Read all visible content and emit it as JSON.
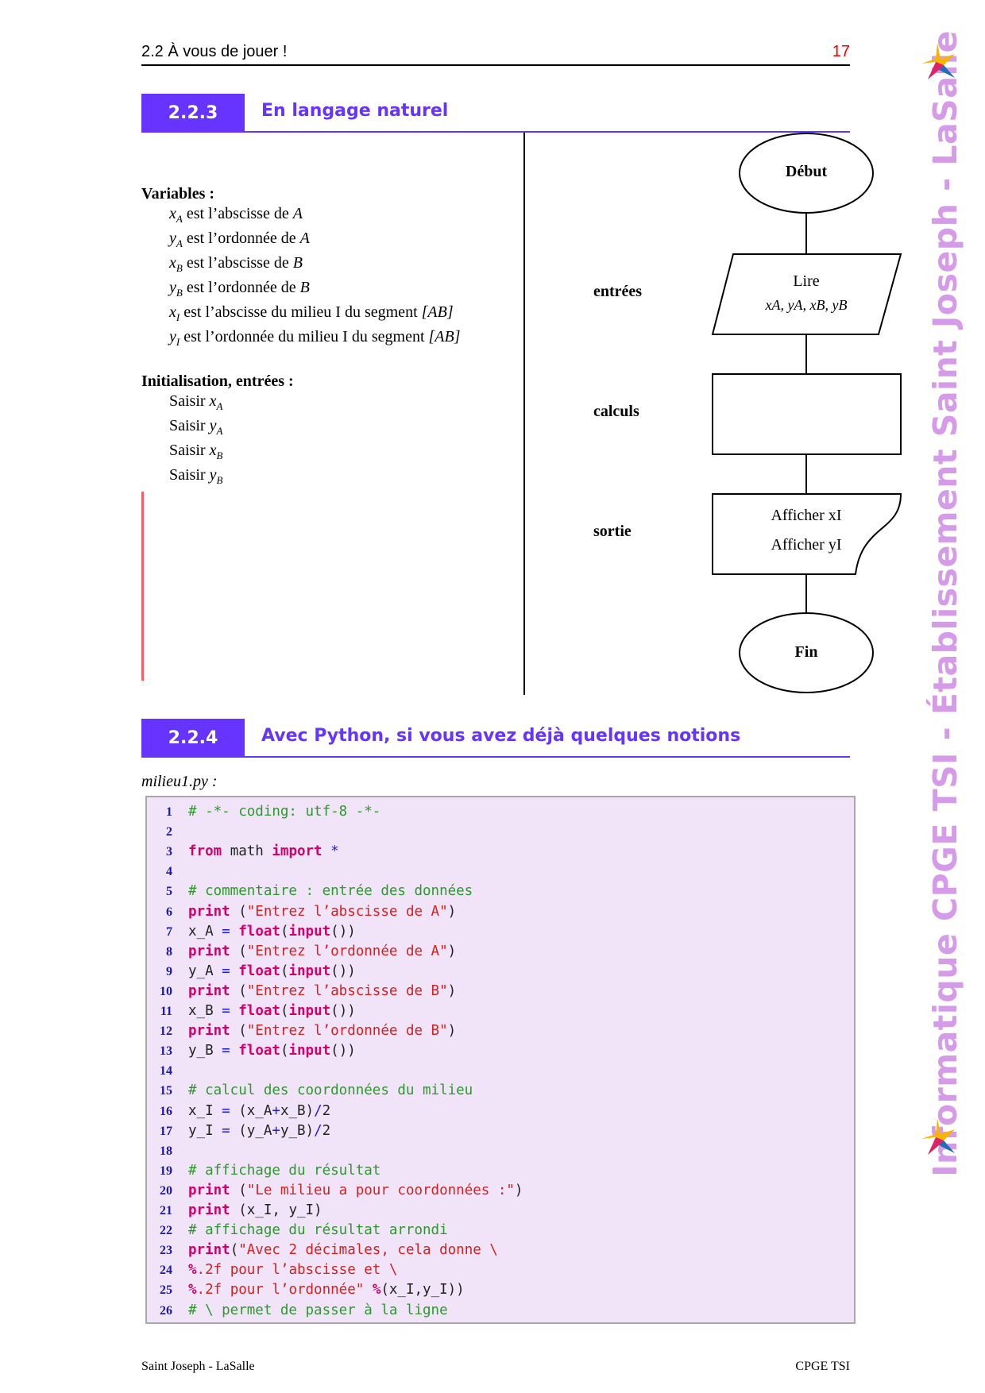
{
  "header": {
    "section": "2.2  À vous de jouer !",
    "page": "17"
  },
  "sec223": {
    "num": "2.2.3",
    "title": "En langage naturel"
  },
  "variables": {
    "heading": "Variables :",
    "items": [
      {
        "var": "x",
        "sub": "A",
        "text": " est l’abscisse de ",
        "end": "A"
      },
      {
        "var": "y",
        "sub": "A",
        "text": " est l’ordonnée de ",
        "end": "A"
      },
      {
        "var": "x",
        "sub": "B",
        "text": " est l’abscisse de ",
        "end": "B"
      },
      {
        "var": "y",
        "sub": "B",
        "text": " est l’ordonnée de ",
        "end": "B"
      },
      {
        "var": "x",
        "sub": "I",
        "text": " est l’abscisse du milieu I du segment ",
        "end": "[AB]"
      },
      {
        "var": "y",
        "sub": "I",
        "text": " est l’ordonnée du milieu I du segment ",
        "end": "[AB]"
      }
    ]
  },
  "init": {
    "heading": "Initialisation, entrées :",
    "items": [
      {
        "text": "Saisir ",
        "var": "x",
        "sub": "A"
      },
      {
        "text": "Saisir ",
        "var": "y",
        "sub": "A"
      },
      {
        "text": "Saisir ",
        "var": "x",
        "sub": "B"
      },
      {
        "text": "Saisir ",
        "var": "y",
        "sub": "B"
      }
    ]
  },
  "flowchart": {
    "start": "Début",
    "labels": {
      "inputs": "entrées",
      "calc": "calculs",
      "output": "sortie"
    },
    "read": "Lire",
    "read_vars": "xA, yA, xB, yB",
    "out1": "Afficher xI",
    "out2": "Afficher yI",
    "end": "Fin"
  },
  "sec224": {
    "num": "2.2.4",
    "title": "Avec Python, si vous avez déjà quelques notions"
  },
  "filename": "milieu1.py :",
  "code": [
    [
      [
        "cm",
        "# -*- coding: utf-8 -*-"
      ]
    ],
    [],
    [
      [
        "kw",
        "from"
      ],
      [
        "pl",
        " math "
      ],
      [
        "kw",
        "import"
      ],
      [
        "op",
        " *"
      ]
    ],
    [],
    [
      [
        "cm",
        "# commentaire : entrée des données"
      ]
    ],
    [
      [
        "kw",
        "print"
      ],
      [
        "pl",
        " ("
      ],
      [
        "st",
        "\"Entrez l’abscisse de A\""
      ],
      [
        "pl",
        ")"
      ]
    ],
    [
      [
        "pl",
        "x_A "
      ],
      [
        "op",
        "="
      ],
      [
        "pl",
        " "
      ],
      [
        "kw",
        "float"
      ],
      [
        "pl",
        "("
      ],
      [
        "kw",
        "input"
      ],
      [
        "pl",
        "())"
      ]
    ],
    [
      [
        "kw",
        "print"
      ],
      [
        "pl",
        " ("
      ],
      [
        "st",
        "\"Entrez l’ordonnée de A\""
      ],
      [
        "pl",
        ")"
      ]
    ],
    [
      [
        "pl",
        "y_A "
      ],
      [
        "op",
        "="
      ],
      [
        "pl",
        " "
      ],
      [
        "kw",
        "float"
      ],
      [
        "pl",
        "("
      ],
      [
        "kw",
        "input"
      ],
      [
        "pl",
        "())"
      ]
    ],
    [
      [
        "kw",
        "print"
      ],
      [
        "pl",
        " ("
      ],
      [
        "st",
        "\"Entrez l’abscisse de B\""
      ],
      [
        "pl",
        ")"
      ]
    ],
    [
      [
        "pl",
        "x_B "
      ],
      [
        "op",
        "="
      ],
      [
        "pl",
        " "
      ],
      [
        "kw",
        "float"
      ],
      [
        "pl",
        "("
      ],
      [
        "kw",
        "input"
      ],
      [
        "pl",
        "())"
      ]
    ],
    [
      [
        "kw",
        "print"
      ],
      [
        "pl",
        " ("
      ],
      [
        "st",
        "\"Entrez l’ordonnée de B\""
      ],
      [
        "pl",
        ")"
      ]
    ],
    [
      [
        "pl",
        "y_B "
      ],
      [
        "op",
        "="
      ],
      [
        "pl",
        " "
      ],
      [
        "kw",
        "float"
      ],
      [
        "pl",
        "("
      ],
      [
        "kw",
        "input"
      ],
      [
        "pl",
        "())"
      ]
    ],
    [],
    [
      [
        "cm",
        "# calcul des coordonnées du milieu"
      ]
    ],
    [
      [
        "pl",
        "x_I "
      ],
      [
        "op",
        "="
      ],
      [
        "pl",
        " (x_A"
      ],
      [
        "op",
        "+"
      ],
      [
        "pl",
        "x_B)"
      ],
      [
        "op",
        "/"
      ],
      [
        "pl",
        "2"
      ]
    ],
    [
      [
        "pl",
        "y_I "
      ],
      [
        "op",
        "="
      ],
      [
        "pl",
        " (y_A"
      ],
      [
        "op",
        "+"
      ],
      [
        "pl",
        "y_B)"
      ],
      [
        "op",
        "/"
      ],
      [
        "pl",
        "2"
      ]
    ],
    [],
    [
      [
        "cm",
        "# affichage du résultat"
      ]
    ],
    [
      [
        "kw",
        "print"
      ],
      [
        "pl",
        " ("
      ],
      [
        "st",
        "\"Le milieu a pour coordonnées :\""
      ],
      [
        "pl",
        ")"
      ]
    ],
    [
      [
        "kw",
        "print"
      ],
      [
        "pl",
        " (x_I, y_I)"
      ]
    ],
    [
      [
        "cm",
        "# affichage du résultat arrondi"
      ]
    ],
    [
      [
        "kw",
        "print"
      ],
      [
        "pl",
        "("
      ],
      [
        "st",
        "\"Avec 2 décimales, cela donne \\"
      ]
    ],
    [
      [
        "kw",
        "%"
      ],
      [
        "st",
        ".2f pour l’abscisse et \\"
      ]
    ],
    [
      [
        "kw",
        "%"
      ],
      [
        "st",
        ".2f pour l’ordonnée\" "
      ],
      [
        "kw",
        "%"
      ],
      [
        "pl",
        "(x_I,y_I))"
      ]
    ],
    [
      [
        "cm",
        "# \\ permet de passer à la ligne"
      ]
    ]
  ],
  "footer": {
    "left": "Saint Joseph - LaSalle",
    "right": "CPGE TSI"
  },
  "sidebar": {
    "text": "Informatique CPGE TSI - Établissement Saint Joseph - LaSalle",
    "logo": "Saint Joseph LaSalle"
  },
  "colors": {
    "accent": "#6633ff",
    "side": "#d69be8",
    "red": "#ff5a6a"
  }
}
